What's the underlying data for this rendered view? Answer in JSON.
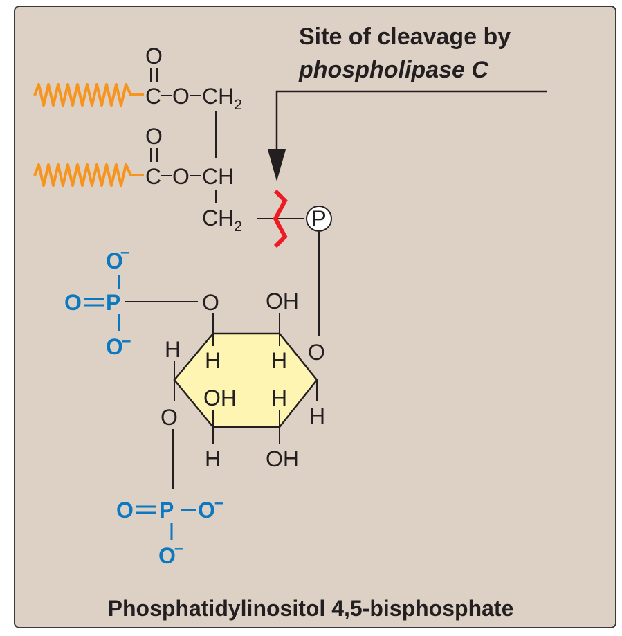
{
  "annotation": {
    "line1": "Site of cleavage by",
    "line2": "phospholipase C"
  },
  "title": "Phosphatidylinositol 4,5-bisphosphate",
  "atoms": {
    "O": "O",
    "C": "C",
    "CH": "CH",
    "CH2": "CH",
    "sub2": "2",
    "H": "H",
    "OH": "OH",
    "P_circle": "P",
    "P": "P",
    "minus": "–"
  },
  "colors": {
    "background": "#ddd1c5",
    "fatty_acid": "#f7941d",
    "phosphate": "#0b78bf",
    "cleavage": "#ed1c24",
    "ring_fill": "#fff5b3"
  }
}
